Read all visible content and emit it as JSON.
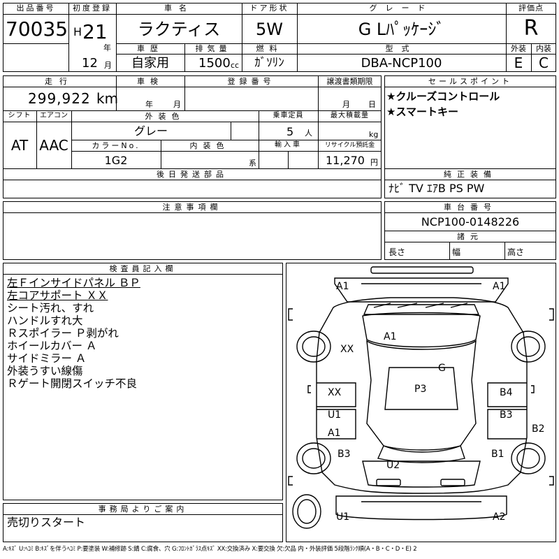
{
  "header": {
    "lot_label": "出品番号",
    "lot_value": "70035",
    "first_reg_label": "初度登録",
    "era": "H",
    "year": "21",
    "year_unit": "年",
    "month": "12",
    "month_unit": "月",
    "car_name_label": "車名",
    "car_name": "ラクティス",
    "door_label": "ドア形状",
    "door_value": "5W",
    "grade_label": "グレード",
    "grade_value": "G Lﾊﾟｯｹｰｼﾞ",
    "score_label": "評価点",
    "score_value": "R",
    "history_label": "車歴",
    "history_value": "自家用",
    "displacement_label": "排気量",
    "displacement_value": "1500",
    "displacement_unit": "cc",
    "fuel_label": "燃料",
    "fuel_value": "ｶﾞｿﾘﾝ",
    "model_label": "型式",
    "model_value": "DBA-NCP100",
    "exterior_label": "外装",
    "exterior_value": "E",
    "interior_label": "内装",
    "interior_value": "C"
  },
  "row2": {
    "mileage_label": "走行",
    "mileage_value": "299,922",
    "mileage_unit": "km",
    "inspection_label": "車検",
    "inspection_year": "年",
    "inspection_month": "月",
    "reg_no_label": "登録番号",
    "transfer_label": "譲渡書類期限",
    "transfer_month": "月",
    "transfer_day": "日",
    "shift_label": "シフト",
    "shift_value": "AT",
    "ac_label": "エアコン",
    "ac_value": "AAC",
    "ext_color_label": "外装色",
    "ext_color_value": "グレー",
    "capacity_label": "乗車定員",
    "capacity_value": "5",
    "capacity_unit": "人",
    "max_load_label": "最大積載量",
    "max_load_unit": "kg",
    "color_no_label": "カラーNo.",
    "color_no_value": "1G2",
    "int_color_label": "内装色",
    "int_color_unit": "系",
    "import_label": "輸入車",
    "recycle_label": "リサイクル預託金",
    "recycle_value": "11,270",
    "recycle_unit": "円"
  },
  "sales_points": {
    "label": "セールスポイント",
    "items": [
      "★クルーズコントロール",
      "★スマートキー"
    ]
  },
  "later_parts": {
    "label": "後日発送部品"
  },
  "genuine": {
    "label": "純正装備",
    "value": "ﾅﾋﾞ TV ｴｱB PS PW"
  },
  "notes": {
    "label": "注意事項欄"
  },
  "chassis": {
    "label": "車台番号",
    "value": "NCP100-0148226",
    "dims_label": "諸元",
    "length_label": "長さ",
    "width_label": "幅",
    "height_label": "高さ"
  },
  "inspector": {
    "label": "検査員記入欄",
    "lines": [
      "左Ｆインサイドパネル ＢＰ",
      "左コアサポート ＸＸ",
      "シート汚れ、すれ",
      "ハンドルすれ大",
      "Ｒスポイラー Ｐ剥がれ",
      "ホイールカバー Ａ",
      "サイドミラー Ａ",
      "外装うすい線傷",
      "Ｒゲート開閉スイッチ不良"
    ]
  },
  "office": {
    "label": "事務局よりご案内",
    "value": "売切りスタート"
  },
  "diagram": {
    "marks": {
      "a1_fl": "A1",
      "a1_fr": "A1",
      "hood": "A1",
      "xx_l": "XX",
      "g": "G",
      "xx_side": "XX",
      "p3": "P3",
      "b4": "B4",
      "u1_l": "U1",
      "b3_r": "B3",
      "a1_side": "A1",
      "b2": "B2",
      "b3_l": "B3",
      "b1": "B1",
      "u2": "U2",
      "u1_b": "U1",
      "a2": "A2"
    }
  },
  "legend": "A:ｷｽﾞ U:ﾍｺﾐ B:ｷｽﾞを伴うﾍｺﾐ P:要塗装 W:補修跡 S:錆 C:腐食、穴 G:ﾌﾛﾝﾄｶﾞﾗｽ点ｷｽﾞ XX:交換済み X:要交換 欠:欠品 内・外装評価 5段階ﾗﾝｸ順(A・B・C・D・E) 2"
}
